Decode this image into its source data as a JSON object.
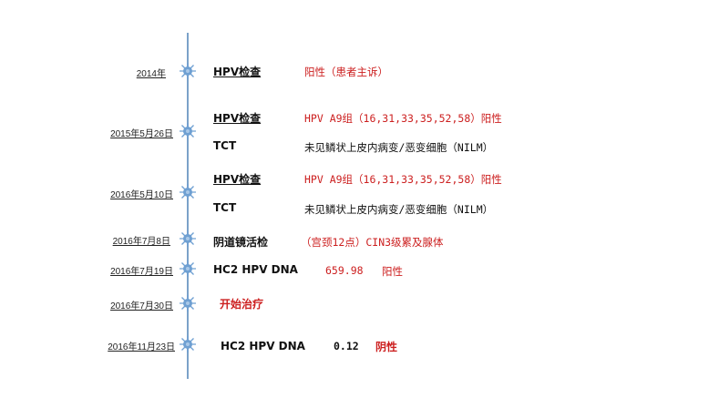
{
  "timeline": {
    "entries": [
      {
        "date": "2014年",
        "rows": [
          {
            "test": "HPV检查",
            "result": "阳性（患者主诉）",
            "result_color": "#cc1f1f"
          }
        ]
      },
      {
        "date": "2015年5月26日",
        "rows": [
          {
            "test": "HPV检查",
            "result": "HPV A9组（16,31,33,35,52,58）阳性",
            "result_color": "#cc1f1f"
          },
          {
            "test": "TCT",
            "result": "未见鳞状上皮内病变/恶变细胞（NILM）",
            "result_color": "#111111"
          }
        ]
      },
      {
        "date": "2016年5月10日",
        "rows": [
          {
            "test": "HPV检查",
            "result": "HPV A9组（16,31,33,35,52,58）阳性",
            "result_color": "#cc1f1f"
          },
          {
            "test": "TCT",
            "result": "未见鳞状上皮内病变/恶变细胞（NILM）",
            "result_color": "#111111"
          }
        ]
      },
      {
        "date": "2016年7月8日",
        "rows": [
          {
            "test": "阴道镜活检",
            "result": "（宫颈12点）CIN3级累及腺体",
            "result_color": "#cc1f1f"
          }
        ]
      },
      {
        "date": "2016年7月19日",
        "rows": [
          {
            "test": "HC2 HPV DNA",
            "value": "659.98",
            "result": "阳性",
            "result_color": "#cc1f1f"
          }
        ]
      },
      {
        "date": "2016年7月30日",
        "rows": [
          {
            "test": "开始治疗",
            "result": "",
            "result_color": "#cc1f1f"
          }
        ]
      },
      {
        "date": "2016年11月23日",
        "rows": [
          {
            "test": "HC2 HPV DNA",
            "value": "0.12",
            "result": "阴性",
            "result_color": "#cc1f1f"
          }
        ]
      }
    ]
  },
  "colors": {
    "axis": "#7ba2c9",
    "node": "#6fa0d2",
    "highlight": "#cc1f1f"
  }
}
